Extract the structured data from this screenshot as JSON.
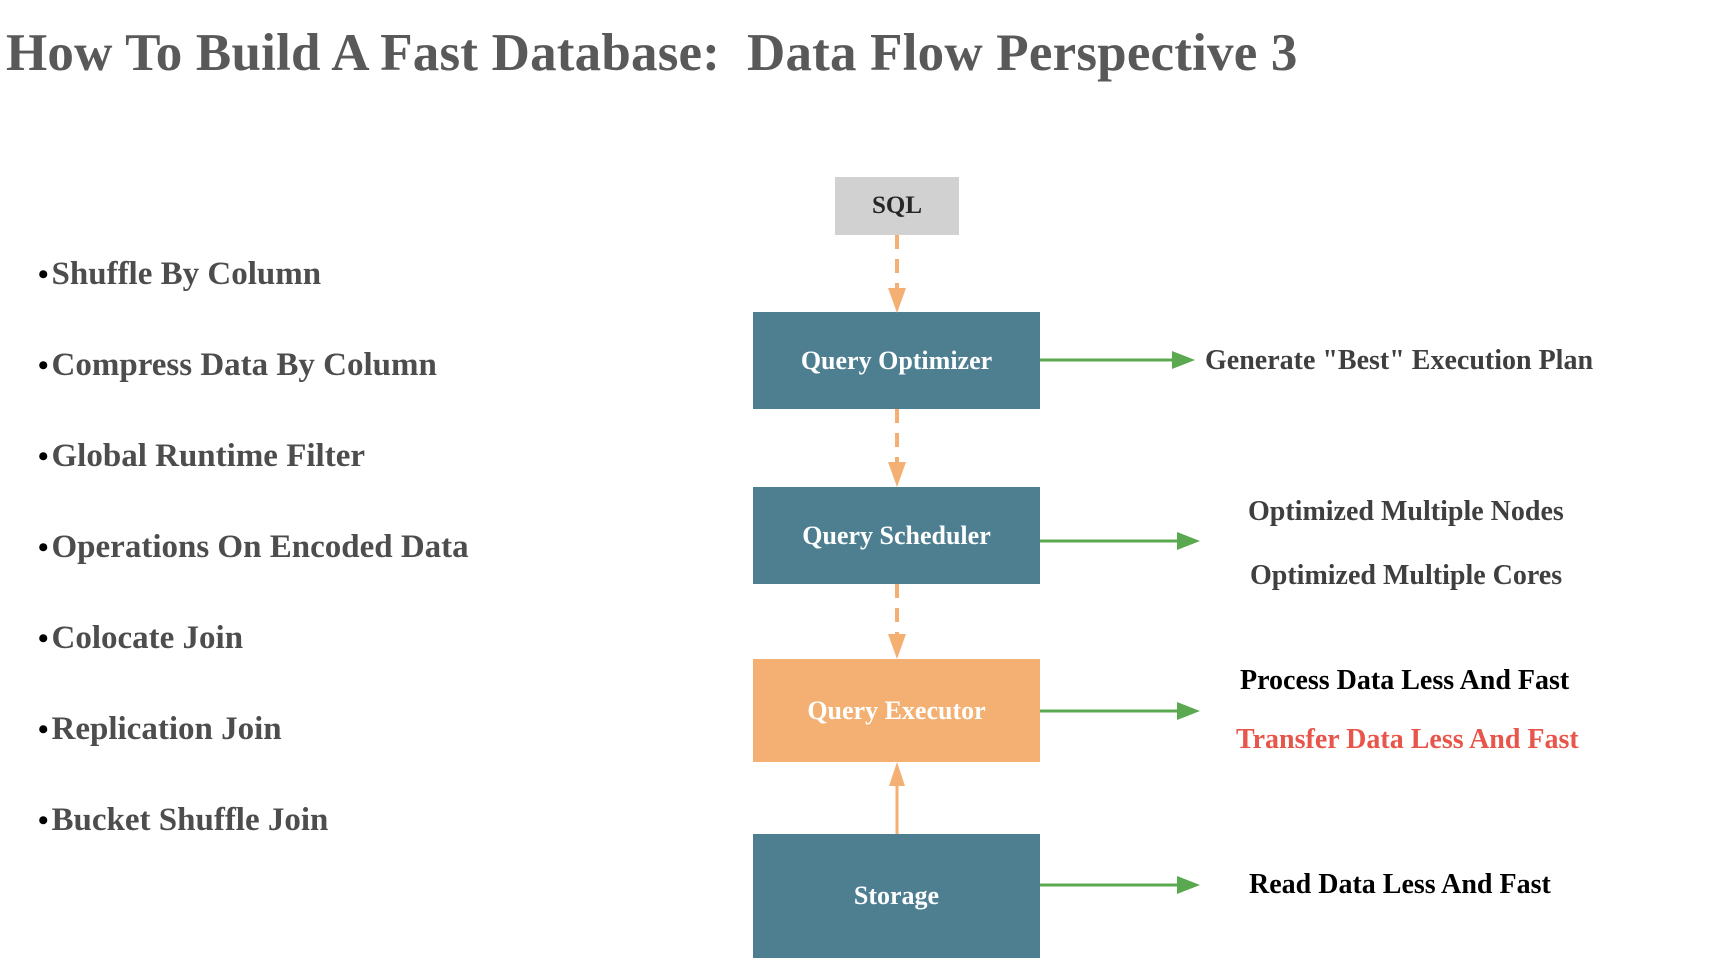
{
  "slide": {
    "title": "How To Build A Fast Database:  Data Flow Perspective 3",
    "background_color": "#ffffff"
  },
  "bullets": {
    "marker": "•",
    "items": [
      {
        "label": "Shuffle By Column"
      },
      {
        "label": "Compress Data By Column"
      },
      {
        "label": "Global Runtime Filter"
      },
      {
        "label": "Operations On Encoded Data"
      },
      {
        "label": "Colocate Join"
      },
      {
        "label": "Replication Join"
      },
      {
        "label": "Bucket Shuffle Join"
      }
    ]
  },
  "diagram": {
    "nodes": [
      {
        "id": "sql",
        "label": "SQL",
        "fill": "#d1d1d1",
        "text_color": "#262626"
      },
      {
        "id": "optimizer",
        "label": "Query Optimizer",
        "fill": "#4d7f91",
        "text_color": "#ffffff"
      },
      {
        "id": "scheduler",
        "label": "Query Scheduler",
        "fill": "#4d7f91",
        "text_color": "#ffffff"
      },
      {
        "id": "executor",
        "label": "Query Executor",
        "fill": "#f3b072",
        "text_color": "#ffffff"
      },
      {
        "id": "storage",
        "label": "Storage",
        "fill": "#4d7f91",
        "text_color": "#ffffff"
      }
    ],
    "connector_color": "#f3b072",
    "annotation_arrow_color": "#5aa84f",
    "connectors": [
      {
        "from": "sql",
        "to": "optimizer",
        "style": "dashed",
        "direction": "down"
      },
      {
        "from": "optimizer",
        "to": "scheduler",
        "style": "dashed",
        "direction": "down"
      },
      {
        "from": "scheduler",
        "to": "executor",
        "style": "dashed",
        "direction": "down"
      },
      {
        "from": "storage",
        "to": "executor",
        "style": "solid",
        "direction": "up"
      }
    ]
  },
  "annotations": [
    {
      "id": "plan",
      "source": "optimizer",
      "text": "Generate \"Best\" Execution Plan",
      "color": "#3f3f3f"
    },
    {
      "id": "nodes",
      "source": "scheduler",
      "text": "Optimized Multiple Nodes",
      "color": "#3f3f3f"
    },
    {
      "id": "cores",
      "source": "scheduler",
      "text": "Optimized Multiple Cores",
      "color": "#3f3f3f"
    },
    {
      "id": "process",
      "source": "executor",
      "text": "Process Data Less And Fast",
      "color": "#000000"
    },
    {
      "id": "transfer",
      "source": "executor",
      "text": "Transfer Data Less And Fast",
      "color": "#e8554a"
    },
    {
      "id": "read",
      "source": "storage",
      "text": "Read Data Less And Fast",
      "color": "#000000"
    }
  ]
}
